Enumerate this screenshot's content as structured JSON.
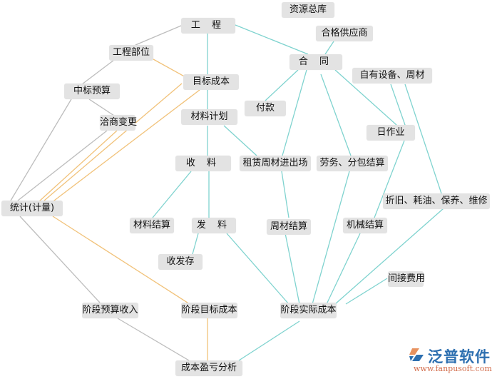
{
  "colors": {
    "node_bg": "#e3e3e3",
    "teal": "#7fd3cf",
    "gray": "#bdbdbd",
    "orange": "#f1c27a",
    "logo_blue": "#2d6fb0",
    "logo_orange": "#d26d4c"
  },
  "nodes": {
    "gongcheng": "工 程",
    "ziyuan_zongku": "资源总库",
    "hege_gongyingshang": "合格供应商",
    "hetong": "合 同",
    "gongcheng_buwei": "工程部位",
    "mubiao_chengben": "目标成本",
    "zhongbiao_yusuan": "中标预算",
    "ziyou_shebei": "自有设备、周材",
    "fukuan": "付款",
    "cailiao_jihua": "材料计划",
    "qiashang_biangeng": "洽商变更",
    "rizuoye": "日作业",
    "shouliao": "收 料",
    "zulin_zhoucai": "租赁周材进出场",
    "laowu_fenbao": "劳务、分包结算",
    "tongji_jiliang": "统计(计量)",
    "zhejiu_haoyou": "折旧、耗油、保养、维修",
    "cailiao_jiesuan": "材料结算",
    "faliao": "发 料",
    "zhoucai_jiesuan": "周材结算",
    "jixie_jiesuan": "机械结算",
    "shoufacun": "收发存",
    "jianjie_feiyong": "间接费用",
    "jieduan_yusuan_shouru": "阶段预算收入",
    "jieduan_mubiao_chengben": "阶段目标成本",
    "jieduan_shiji_chengben": "阶段实际成本",
    "chengben_yingkui": "成本盈亏分析"
  },
  "logo": {
    "title": "泛普软件",
    "url": "www.fanpusoft.com"
  },
  "edges": [
    {
      "from": "gongcheng",
      "to": "gongcheng_buwei",
      "color": "gray"
    },
    {
      "from": "gongcheng",
      "to": "mubiao_chengben",
      "color": "teal"
    },
    {
      "from": "gongcheng",
      "to": "hetong",
      "color": "teal"
    },
    {
      "from": "hege_gongyingshang",
      "to": "hetong",
      "color": "teal"
    },
    {
      "from": "gongcheng_buwei",
      "to": "zhongbiao_yusuan",
      "color": "gray"
    },
    {
      "from": "gongcheng_buwei",
      "to": "mubiao_chengben",
      "color": "orange"
    },
    {
      "from": "zhongbiao_yusuan",
      "to": "qiashang_biangeng",
      "color": "gray"
    },
    {
      "from": "zhongbiao_yusuan",
      "to": "tongji_jiliang",
      "color": "gray"
    },
    {
      "from": "qiashang_biangeng",
      "to": "tongji_jiliang",
      "color": "gray"
    },
    {
      "from": "mubiao_chengben",
      "to": "tongji_jiliang",
      "color": "orange"
    },
    {
      "from": "mubiao_chengben",
      "to": "tongji_jiliang",
      "color": "orange"
    },
    {
      "from": "mubiao_chengben",
      "to": "cailiao_jihua",
      "color": "teal"
    },
    {
      "from": "cailiao_jihua",
      "to": "shouliao",
      "color": "teal"
    },
    {
      "from": "cailiao_jihua",
      "to": "zulin_zhoucai",
      "color": "teal"
    },
    {
      "from": "hetong",
      "to": "fukuan",
      "color": "teal"
    },
    {
      "from": "hetong",
      "to": "zulin_zhoucai",
      "color": "teal"
    },
    {
      "from": "hetong",
      "to": "laowu_fenbao",
      "color": "teal"
    },
    {
      "from": "hetong",
      "to": "rizuoye",
      "color": "teal"
    },
    {
      "from": "ziyou_shebei",
      "to": "rizuoye",
      "color": "teal"
    },
    {
      "from": "ziyou_shebei",
      "to": "zhejiu_haoyou",
      "color": "teal"
    },
    {
      "from": "shouliao",
      "to": "cailiao_jiesuan",
      "color": "teal"
    },
    {
      "from": "shouliao",
      "to": "faliao",
      "color": "teal"
    },
    {
      "from": "faliao",
      "to": "shoufacun",
      "color": "teal"
    },
    {
      "from": "faliao",
      "to": "jieduan_shiji_chengben",
      "color": "teal"
    },
    {
      "from": "zulin_zhoucai",
      "to": "zhoucai_jiesuan",
      "color": "teal"
    },
    {
      "from": "zhoucai_jiesuan",
      "to": "jieduan_shiji_chengben",
      "color": "teal"
    },
    {
      "from": "laowu_fenbao",
      "to": "jieduan_shiji_chengben",
      "color": "teal"
    },
    {
      "from": "rizuoye",
      "to": "jixie_jiesuan",
      "color": "teal"
    },
    {
      "from": "jixie_jiesuan",
      "to": "jieduan_shiji_chengben",
      "color": "teal"
    },
    {
      "from": "zhejiu_haoyou",
      "to": "jieduan_shiji_chengben",
      "color": "teal"
    },
    {
      "from": "jianjie_feiyong",
      "to": "jieduan_shiji_chengben",
      "color": "teal"
    },
    {
      "from": "tongji_jiliang",
      "to": "jieduan_yusuan_shouru",
      "color": "gray"
    },
    {
      "from": "tongji_jiliang",
      "to": "jieduan_mubiao_chengben",
      "color": "orange"
    },
    {
      "from": "jieduan_yusuan_shouru",
      "to": "chengben_yingkui",
      "color": "gray"
    },
    {
      "from": "jieduan_mubiao_chengben",
      "to": "chengben_yingkui",
      "color": "orange"
    },
    {
      "from": "jieduan_shiji_chengben",
      "to": "chengben_yingkui",
      "color": "teal"
    }
  ]
}
